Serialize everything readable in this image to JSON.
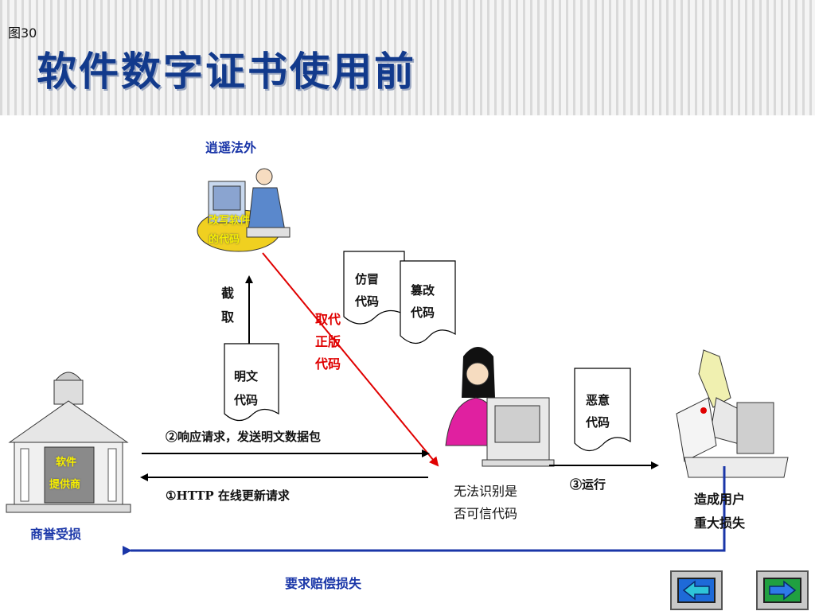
{
  "slide": {
    "figure_label": "图30",
    "title": "软件数字证书使用前"
  },
  "diagram": {
    "escaper_label": "逍遥法外",
    "escaper_screen_text": [
      "改写软件",
      "的代码"
    ],
    "intercept_label": [
      "截",
      "取"
    ],
    "plaintext_doc": [
      "明文",
      "代码"
    ],
    "fake_doc": [
      "仿冒",
      "代码"
    ],
    "tamper_doc": [
      "篡改",
      "代码"
    ],
    "replace_label": [
      "取代",
      "正版",
      "代码"
    ],
    "malicious_doc": [
      "恶意",
      "代码"
    ],
    "vendor_screen_text": [
      "软件",
      "提供商"
    ],
    "vendor_label": "商誉受损",
    "response_label": "②响应请求，发送明文数据包",
    "request_label": "①HTTP 在线更新请求",
    "user_label": [
      "无法识别是",
      "否可信代码"
    ],
    "run_label": "③运行",
    "loss_label": [
      "造成用户",
      "重大损失"
    ],
    "compensation_label": "要求赔偿损失"
  },
  "colors": {
    "title": "#123a8c",
    "label_blue": "#1a36a8",
    "replace_arrow": "#e00000",
    "compensation_arrow": "#1a36a8"
  },
  "navigation": {
    "prev_icon": "left-arrow-icon",
    "next_icon": "right-arrow-icon"
  }
}
